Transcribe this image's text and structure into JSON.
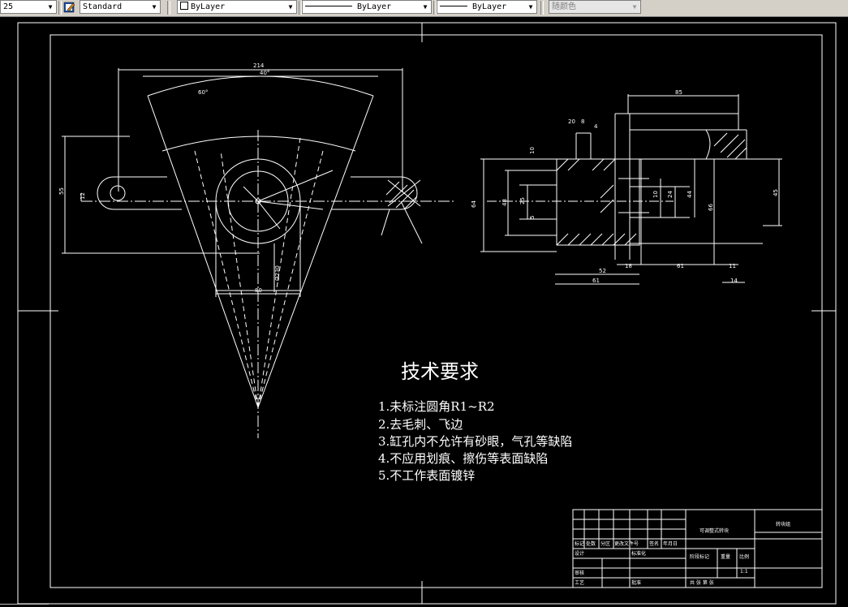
{
  "toolbar": {
    "scale_value": "25",
    "text_style": "Standard",
    "layer": "ByLayer",
    "linetype": "ByLayer",
    "lineweight": "ByLayer",
    "plot_style": "随颜色"
  },
  "drawing": {
    "notes_title": "技术要求",
    "notes": [
      "1.未标注圆角R1~R2",
      "2.去毛刺、飞边",
      "3.缸孔内不允许有砂眼，气孔等缺陷",
      "4.不应用划痕、擦伤等表面缺陷",
      "5.不工作表面镀锌"
    ],
    "dimensions": {
      "top_214": "214",
      "top_40": "40°",
      "arc_60": "60°",
      "left_55": "55",
      "left_12": "12",
      "bottom_80": "80",
      "phi230": "Ø230",
      "right_85": "85",
      "right_20": "20",
      "right_8": "8",
      "right_4": "4",
      "right_10": "10",
      "right_5": "5",
      "right_64": "64",
      "right_48": "48",
      "right_25": "25",
      "right_10b": "10",
      "right_24": "24",
      "right_44": "44",
      "right_66": "66",
      "right_45": "45",
      "right_52": "52",
      "right_18": "18",
      "right_61": "61",
      "right_61b": "61",
      "right_11": "11",
      "right_14": "14"
    },
    "title_block": {
      "part_name": "可调整式转块",
      "project": "转块组",
      "scale": "1:1",
      "sheet_info": "共  张  第  张",
      "labels": {
        "mark": "标记",
        "count": "处数",
        "zone": "分区",
        "change_doc": "更改文件号",
        "signature": "签名",
        "date": "年月日",
        "design": "设计",
        "standardize": "标准化",
        "stage_mark": "阶段标记",
        "weight": "重量",
        "ratio": "比例",
        "review": "审核",
        "process": "工艺",
        "approve": "批准"
      }
    }
  }
}
